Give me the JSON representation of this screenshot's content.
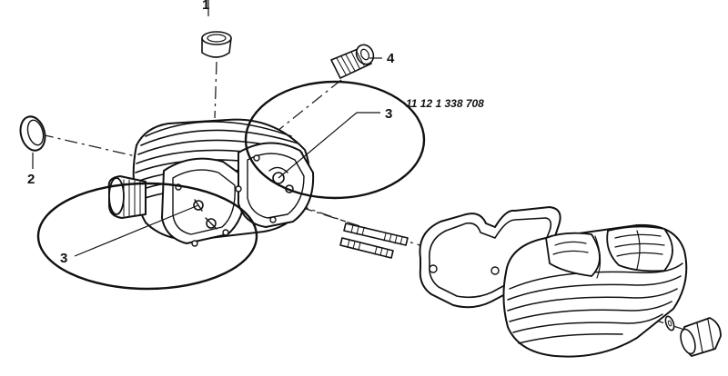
{
  "callouts": {
    "c1": "1",
    "c2": "2",
    "c3a": "3",
    "c3b": "3",
    "c4": "4"
  },
  "part_number": "11 12 1 338 708",
  "colors": {
    "ink": "#111111",
    "background": "#ffffff"
  }
}
